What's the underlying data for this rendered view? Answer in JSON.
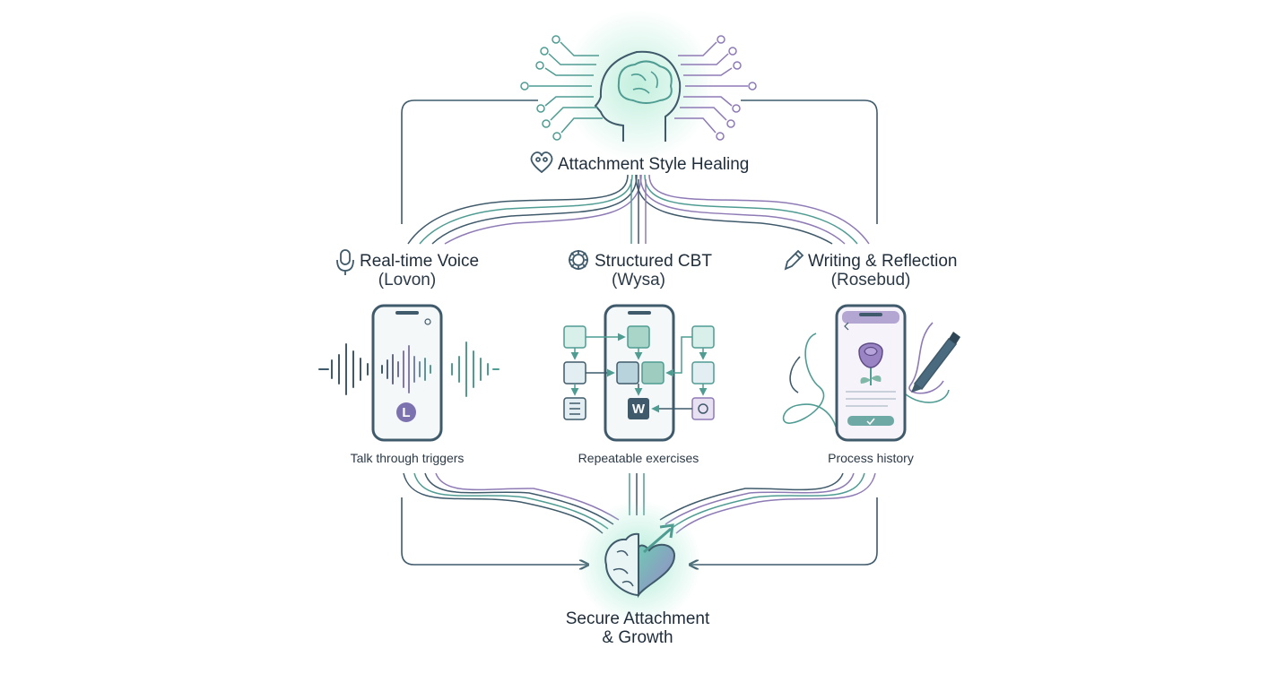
{
  "top": {
    "title": "Attachment Style Healing"
  },
  "branches": [
    {
      "title": "Real-time Voice",
      "subtitle": "(Lovon)",
      "caption": "Talk through triggers",
      "badge": "L"
    },
    {
      "title": "Structured CBT",
      "subtitle": "(Wysa)",
      "caption": "Repeatable exercises",
      "badge": "W"
    },
    {
      "title": "Writing & Reflection",
      "subtitle": "(Rosebud)",
      "caption": "Process history"
    }
  ],
  "bottom": {
    "line1": "Secure Attachment",
    "line2": "& Growth"
  },
  "colors": {
    "teal": "#4f9c93",
    "slate": "#3f5a6b",
    "purple": "#8e7ab5",
    "glow": "#b7ecd8"
  },
  "icons": [
    "brain-head-icon",
    "heart-people-icon",
    "microphone-icon",
    "gear-icon",
    "pencil-icon",
    "brain-heart-icon",
    "rose-icon",
    "pen-icon"
  ]
}
